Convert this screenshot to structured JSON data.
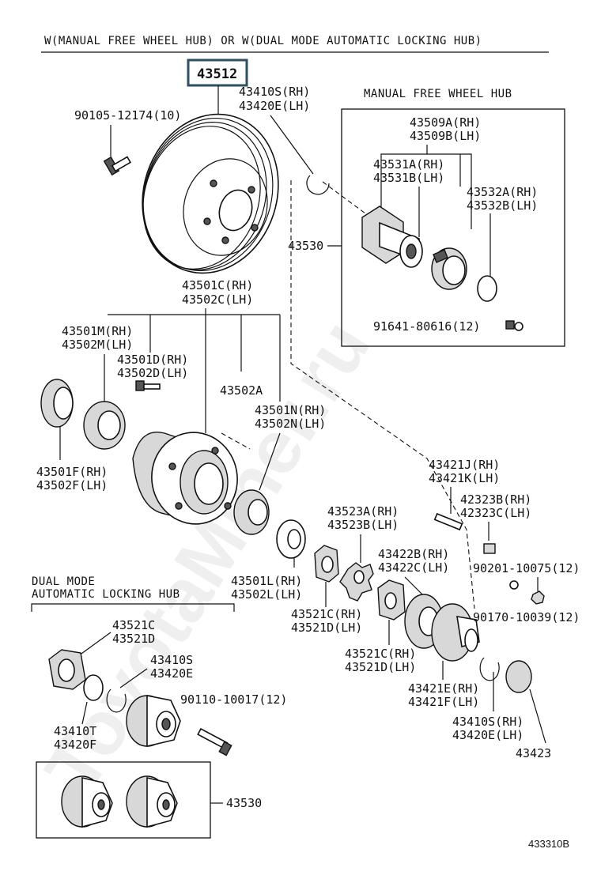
{
  "header": "W(MANUAL FREE WHEEL HUB) OR W(DUAL MODE AUTOMATIC LOCKING HUB)",
  "highlight_part": "43512",
  "watermark": "ToyotaMiner.ru",
  "ref_code": "433310B",
  "sections": {
    "manual_hub": "MANUAL FREE WHEEL HUB",
    "dual_mode_line1": "DUAL MODE",
    "dual_mode_line2": "AUTOMATIC LOCKING HUB"
  },
  "labels": {
    "p43410s_rh_top": "43410S(RH)",
    "p43420e_lh_top": "43420E(LH)",
    "p90105": "90105-12174(10)",
    "p43509a": "43509A(RH)",
    "p43509b": "43509B(LH)",
    "p43531a": "43531A(RH)",
    "p43531b": "43531B(LH)",
    "p43532a": "43532A(RH)",
    "p43532b": "43532B(LH)",
    "p43530_top": "43530",
    "p91641": "91641-80616(12)",
    "p43501c": "43501C(RH)",
    "p43502c": "43502C(LH)",
    "p43501m": "43501M(RH)",
    "p43502m": "43502M(LH)",
    "p43501d": "43501D(RH)",
    "p43502d": "43502D(LH)",
    "p43502a": "43502A",
    "p43501n": "43501N(RH)",
    "p43502n": "43502N(LH)",
    "p43501f": "43501F(RH)",
    "p43502f": "43502F(LH)",
    "p43421j": "43421J(RH)",
    "p43421k": "43421K(LH)",
    "p42323b": "42323B(RH)",
    "p42323c": "42323C(LH)",
    "p43523a": "43523A(RH)",
    "p43523b": "43523B(LH)",
    "p43422b": "43422B(RH)",
    "p43422c": "43422C(LH)",
    "p90201": "90201-10075(12)",
    "p43501l": "43501L(RH)",
    "p43502l": "43502L(LH)",
    "p43521c_rh_a": "43521C(RH)",
    "p43521d_lh_a": "43521D(LH)",
    "p90170": "90170-10039(12)",
    "p43521c_b": "43521C",
    "p43521d_b": "43521D",
    "p43410s_b": "43410S",
    "p43420e_b": "43420E",
    "p43521c_rh_c": "43521C(RH)",
    "p43521d_lh_c": "43521D(LH)",
    "p90110": "90110-10017(12)",
    "p43421e": "43421E(RH)",
    "p43421f": "43421F(LH)",
    "p43410t": "43410T",
    "p43420f": "43420F",
    "p43410s_rh_bot": "43410S(RH)",
    "p43420e_lh_bot": "43420E(LH)",
    "p43423": "43423",
    "p43530_bot": "43530"
  }
}
